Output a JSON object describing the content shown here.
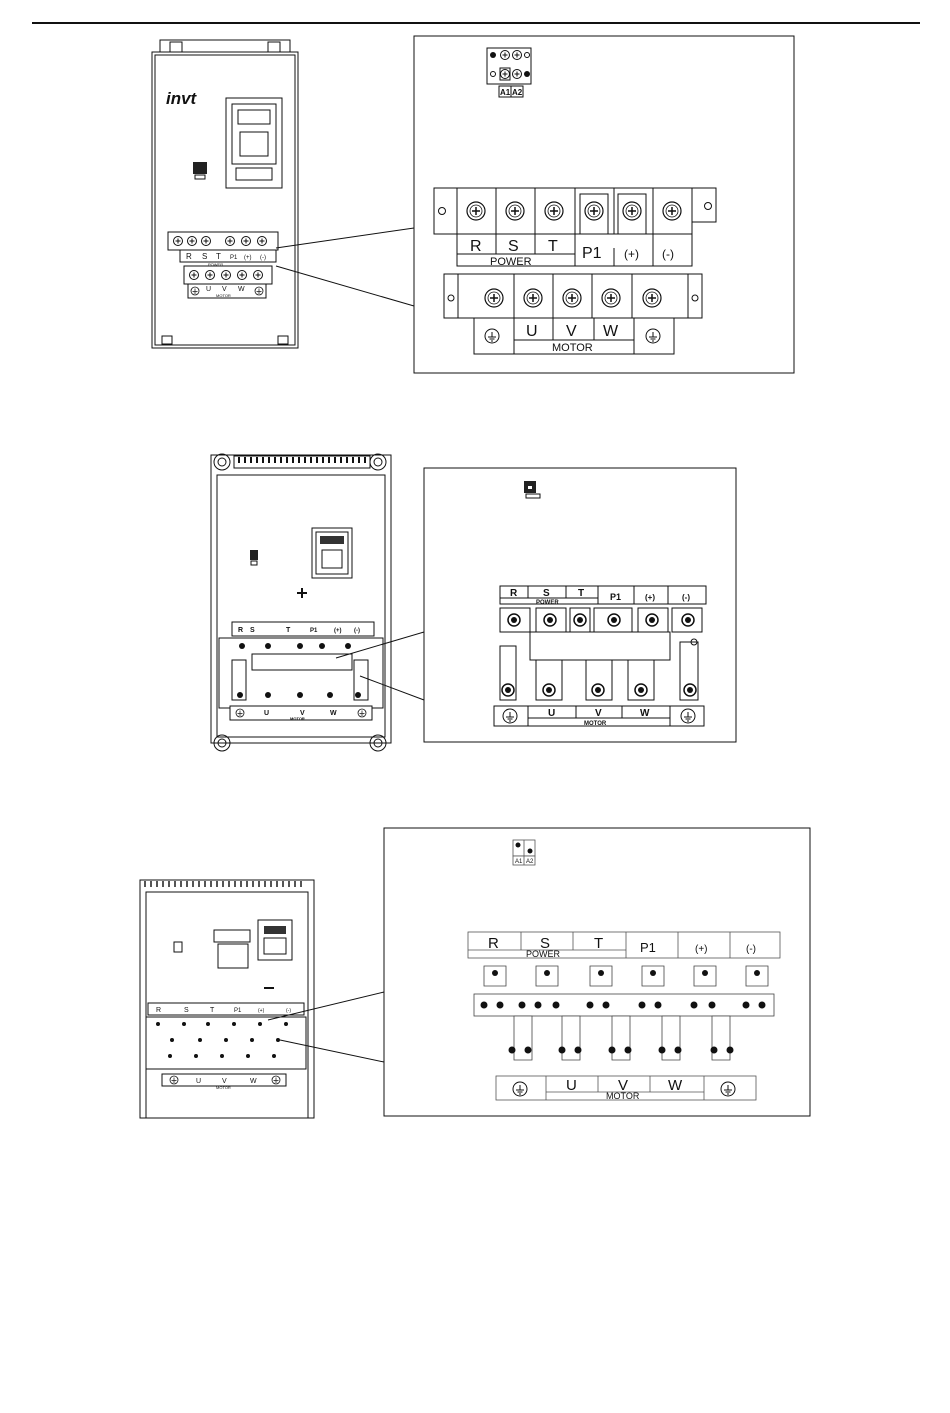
{
  "brand": "invt",
  "diagrams": [
    {
      "id": "fig1",
      "relay": [
        "A1",
        "A2"
      ],
      "power_row": [
        "R",
        "S",
        "T",
        "P1",
        "(+)",
        "(-)"
      ],
      "power_label": "POWER",
      "motor_row": [
        "U",
        "V",
        "W"
      ],
      "motor_label": "MOTOR"
    },
    {
      "id": "fig2",
      "power_row": [
        "R",
        "S",
        "T",
        "P1",
        "(+)",
        "(-)"
      ],
      "power_label": "POWER",
      "motor_row": [
        "U",
        "V",
        "W"
      ],
      "motor_label": "MOTOR"
    },
    {
      "id": "fig3",
      "relay": [
        "A1",
        "A2"
      ],
      "power_row": [
        "R",
        "S",
        "T",
        "P1",
        "(+)",
        "(-)"
      ],
      "power_label": "POWER",
      "motor_row": [
        "U",
        "V",
        "W"
      ],
      "motor_label": "MOTOR"
    }
  ]
}
